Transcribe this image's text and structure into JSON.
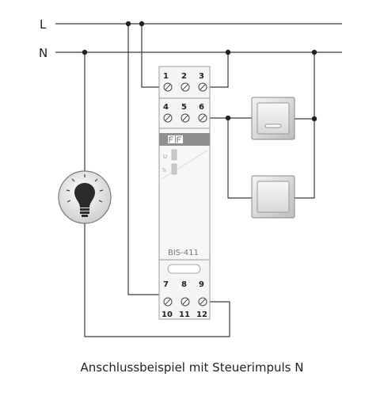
{
  "lines": {
    "live": "L",
    "neutral": "N"
  },
  "module": {
    "model": "BIS-411",
    "terminals_top": [
      "1",
      "2",
      "3"
    ],
    "terminals_mid": [
      "4",
      "5",
      "6"
    ],
    "terminals_lower": [
      "7",
      "8",
      "9"
    ],
    "terminals_bottom": [
      "10",
      "11",
      "12"
    ],
    "indicator_u": "U"
  },
  "caption": "Anschlussbeispiel mit Steuerimpuls N"
}
